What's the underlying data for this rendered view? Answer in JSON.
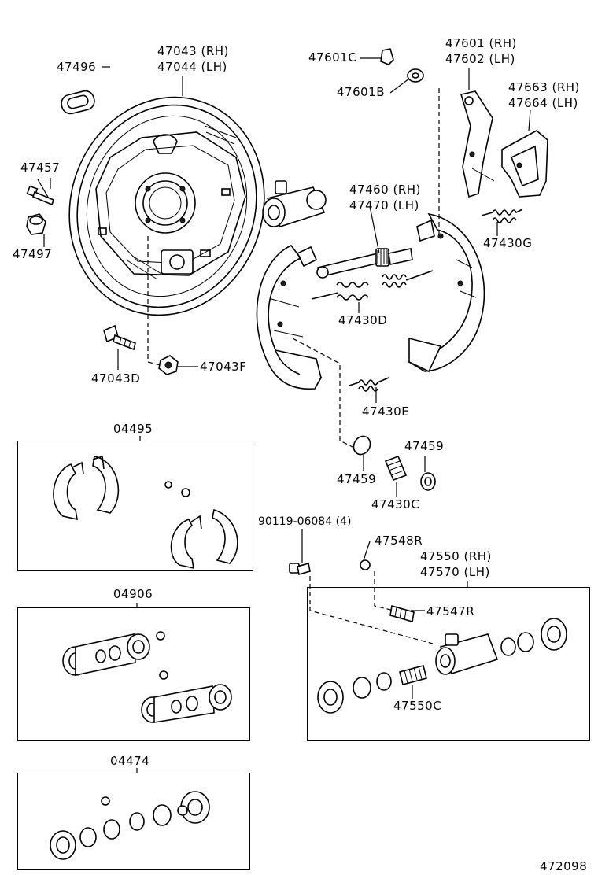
{
  "labels": {
    "l47496": "47496",
    "l47043rh": "47043 (RH)",
    "l47044lh": "47044 (LH)",
    "l47601c": "47601C",
    "l47601b": "47601B",
    "l47601rh": "47601 (RH)",
    "l47602lh": "47602 (LH)",
    "l47663rh": "47663 (RH)",
    "l47664lh": "47664 (LH)",
    "l47457": "47457",
    "l47497": "47497",
    "l47460rh": "47460 (RH)",
    "l47470lh": "47470 (LH)",
    "l47430g": "47430G",
    "l47430d": "47430D",
    "l47043d": "47043D",
    "l47043f": "47043F",
    "l47430e": "47430E",
    "l04495": "04495",
    "l47459a": "47459",
    "l47459b": "47459",
    "l47430c": "47430C",
    "l90119": "90119-06084 (4)",
    "l47548r": "47548R",
    "l47550rh": "47550 (RH)",
    "l47570lh": "47570 (LH)",
    "l04906": "04906",
    "l47547r": "47547R",
    "l47550c": "47550C",
    "l04474": "04474",
    "diagram_id": "472098"
  }
}
